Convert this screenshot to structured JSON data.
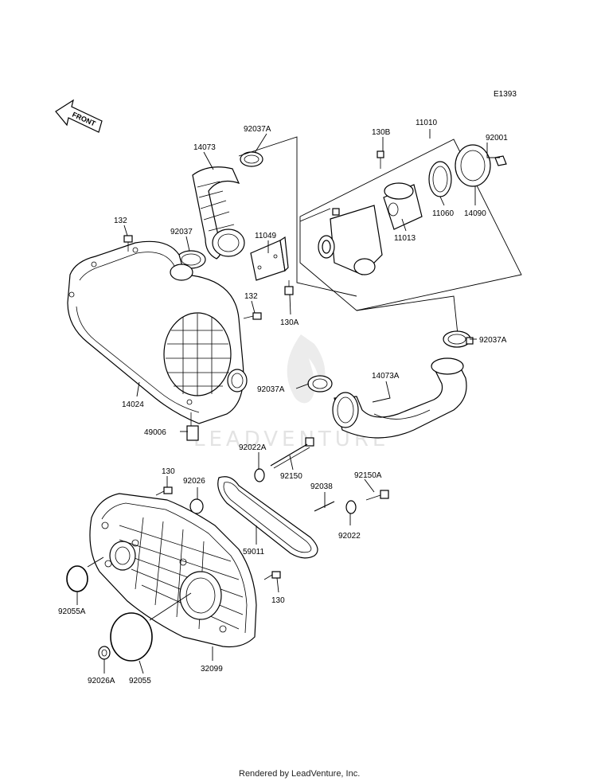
{
  "diagram_code": "E1393",
  "front_label": "FRONT",
  "watermark": "LEADVENTURE",
  "footer": "Rendered by LeadVenture, Inc.",
  "parts": {
    "p11010": "11010",
    "p130B": "130B",
    "p92001": "92001",
    "p92037A_top": "92037A",
    "p14073": "14073",
    "p11060": "11060",
    "p14090": "14090",
    "p11013": "11013",
    "p132_top": "132",
    "p92037": "92037",
    "p11049": "11049",
    "p132_mid": "132",
    "p130A": "130A",
    "p92037A_right": "92037A",
    "p14024": "14024",
    "p92037A_mid": "92037A",
    "p14073A": "14073A",
    "p49006": "49006",
    "p92022A": "92022A",
    "p92150": "92150",
    "p130_left": "130",
    "p92026": "92026",
    "p92038": "92038",
    "p92150A": "92150A",
    "p59011": "59011",
    "p92022": "92022",
    "p130_right": "130",
    "p92055A": "92055A",
    "p32099": "32099",
    "p92026A": "92026A",
    "p92055": "92055"
  }
}
